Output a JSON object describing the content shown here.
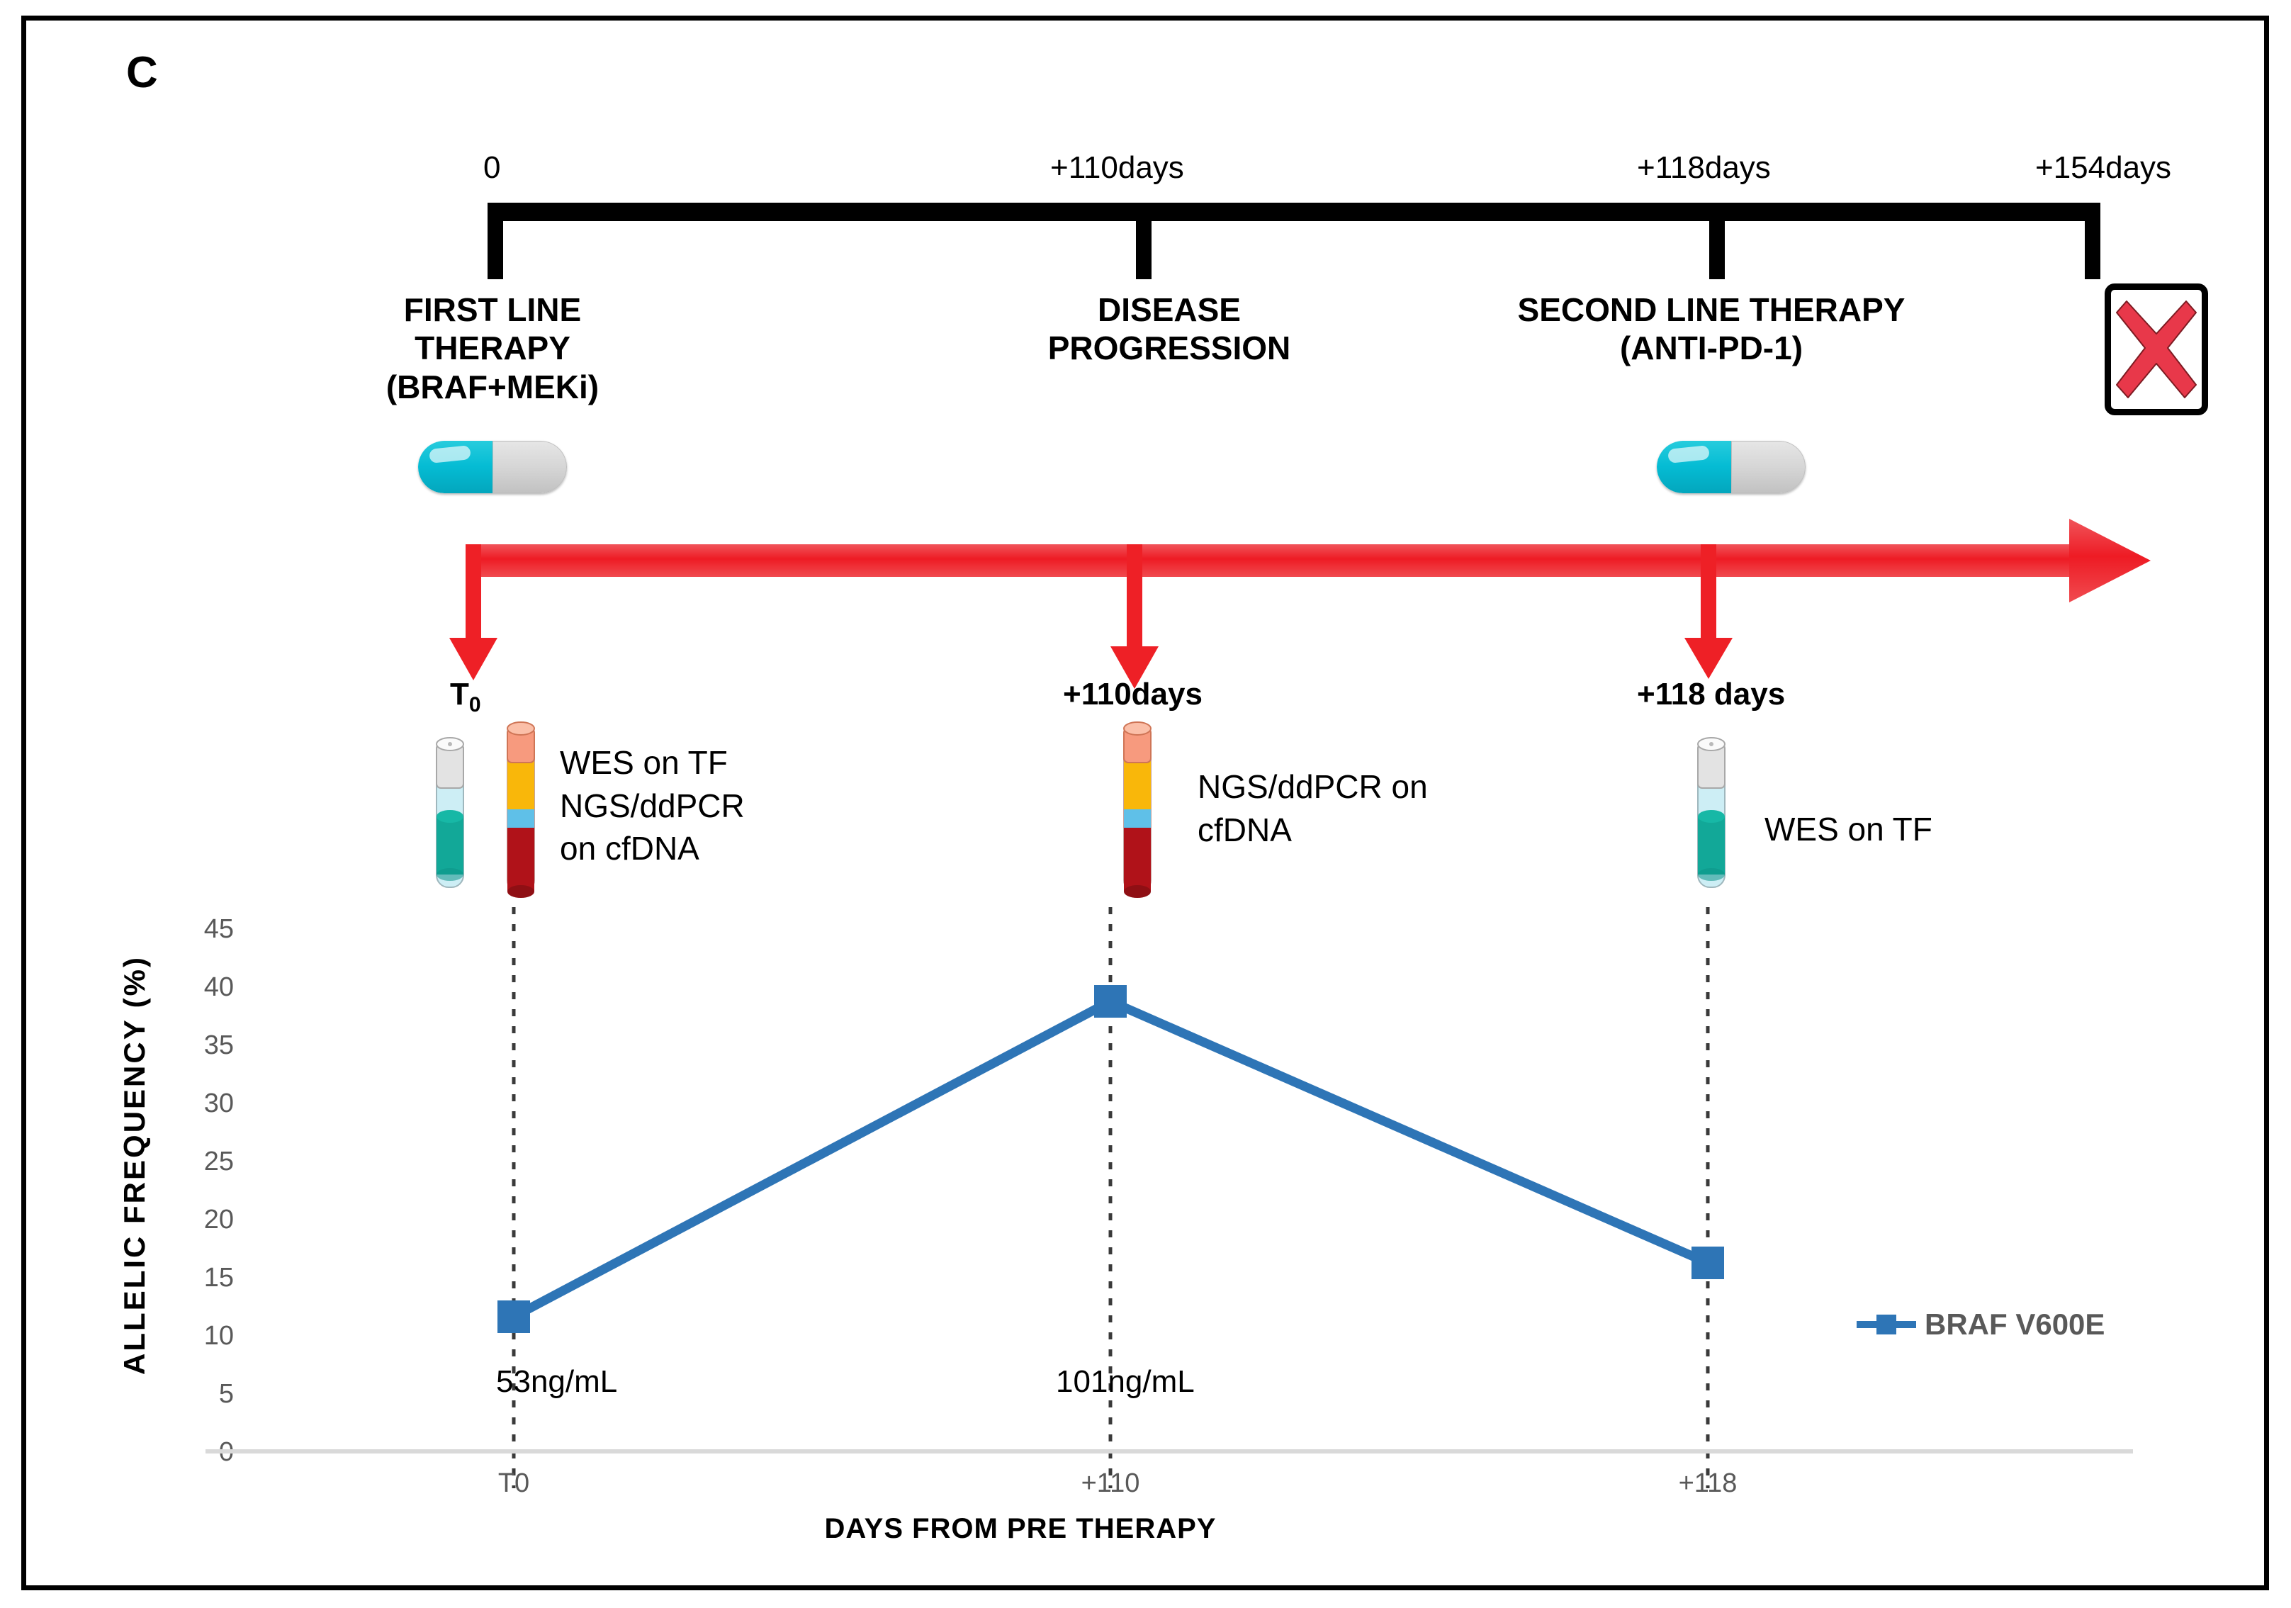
{
  "panel": {
    "letter": "C"
  },
  "colors": {
    "series_blue": "#2E75B6",
    "arrow_red": "#F03A3A",
    "x_red": "#E8384A",
    "pill_teal": "#05BCD4",
    "timeline_black": "#000000",
    "tick_gray": "#595959"
  },
  "timeline": {
    "dates": [
      "0",
      "+110days",
      "+118days",
      "+154days"
    ],
    "phases": [
      "FIRST LINE\nTHERAPY\n(BRAF+MEKi)",
      "DISEASE\nPROGRESSION",
      "SECOND LINE THERAPY\n(ANTI-PD-1)"
    ],
    "death_icon": "red-x-icon"
  },
  "sampling": {
    "points": [
      {
        "label": "T",
        "sub": "0",
        "assays": "WES on TF\nNGS/ddPCR\non cfDNA",
        "tubes": [
          "tissue-tube-icon",
          "blood-tube-icon"
        ]
      },
      {
        "label": "+110days",
        "sub": "",
        "assays": "NGS/ddPCR on\ncfDNA",
        "tubes": [
          "blood-tube-icon"
        ]
      },
      {
        "label": "+118 days",
        "sub": "",
        "assays": "WES on TF",
        "tubes": [
          "tissue-tube-icon"
        ]
      }
    ]
  },
  "chart_data": {
    "type": "line",
    "title": "",
    "xlabel": "DAYS FROM PRE THERAPY",
    "ylabel": "ALLELIC FREQUENCY  (%)",
    "categories": [
      "T0",
      "+110",
      "+118"
    ],
    "series": [
      {
        "name": "BRAF V600E",
        "values": [
          11.6,
          38.7,
          16.2
        ]
      }
    ],
    "yticks": [
      0,
      5,
      10,
      15,
      20,
      25,
      30,
      35,
      40,
      45
    ],
    "ylim": [
      0,
      45
    ],
    "grid": false,
    "legend_position": "right",
    "annotations": [
      {
        "text": "53ng/mL",
        "category": "T0"
      },
      {
        "text": "101ng/mL",
        "category": "+110"
      }
    ],
    "marker": "square",
    "marker_color": "#2E75B6",
    "line_color": "#2E75B6"
  }
}
